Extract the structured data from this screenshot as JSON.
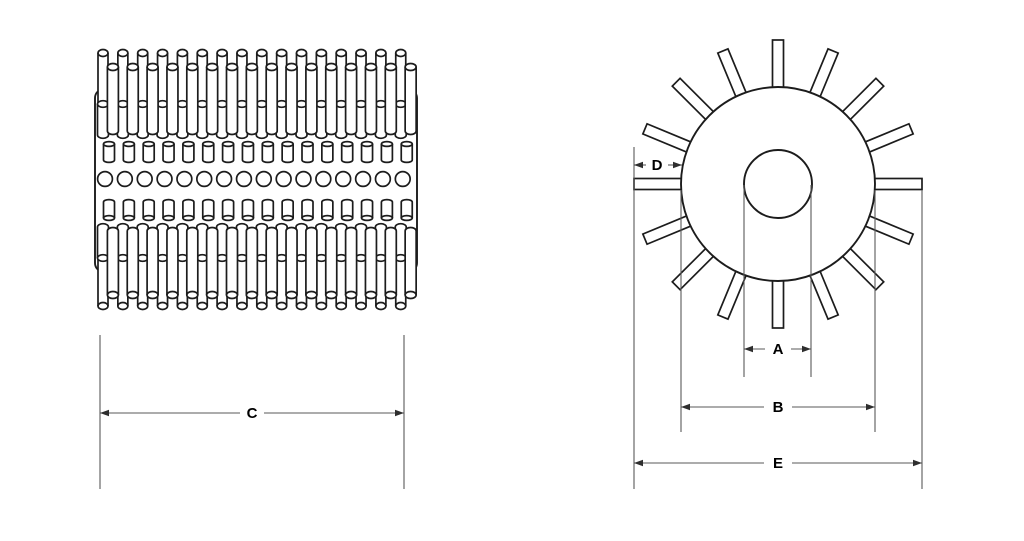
{
  "drawing": {
    "background": "#ffffff",
    "stroke_color": "#1c1c1c",
    "dim_color": "#5a5a5a",
    "arrow_color": "#2e2e2e",
    "label_color": "#000000",
    "side_view": {
      "pin_columns": 16,
      "center_hole_count": 16,
      "dimension_label": "C"
    },
    "end_view": {
      "spoke_count": 16,
      "dimension_labels": [
        "A",
        "B",
        "D",
        "E"
      ]
    },
    "dimensions": {
      "A": {
        "label": "A",
        "measures": "bore-diameter"
      },
      "B": {
        "label": "B",
        "measures": "core-diameter"
      },
      "C": {
        "label": "C",
        "measures": "roller-face-length"
      },
      "D": {
        "label": "D",
        "measures": "pin-projection-length"
      },
      "E": {
        "label": "E",
        "measures": "overall-tip-to-tip-diameter"
      }
    }
  }
}
